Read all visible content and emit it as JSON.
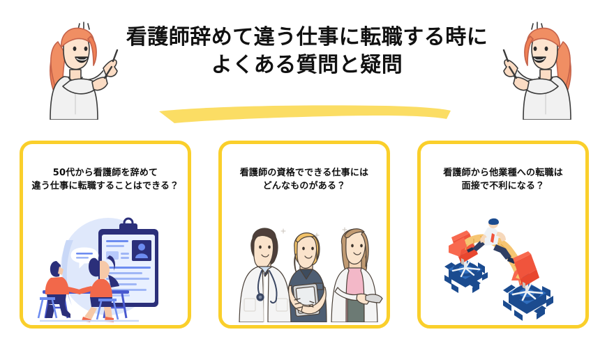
{
  "page": {
    "background_color": "#ffffff",
    "accent_yellow": "#facf2b",
    "underline_yellow": "#fbdd64",
    "text_color": "#111111"
  },
  "header": {
    "title_line_1": "看護師辞めて違う仕事に転職する時に",
    "title_line_2": "よくある質問と疑問",
    "underline": "yellow-brush-underline",
    "mascot_left": "woman-pointing-right-illustration",
    "mascot_right": "woman-pointing-left-illustration"
  },
  "cards": [
    {
      "id": "card-1",
      "title_line_1": "50代から看護師を辞めて",
      "title_line_2": "違う仕事に転職することはできる？",
      "illustration": "job-interview-resume-clipboard-illustration",
      "border_color": "#facf2b"
    },
    {
      "id": "card-2",
      "title_line_1": "看護師の資格でできる仕事には",
      "title_line_2": "どんなものがある？",
      "illustration": "three-medical-professionals-illustration",
      "border_color": "#facf2b"
    },
    {
      "id": "card-3",
      "title_line_1": "看護師から他業種への転職は",
      "title_line_2": "面接で不利になる？",
      "illustration": "businessman-career-change-gears-bridge-illustration",
      "border_color": "#facf2b"
    }
  ]
}
